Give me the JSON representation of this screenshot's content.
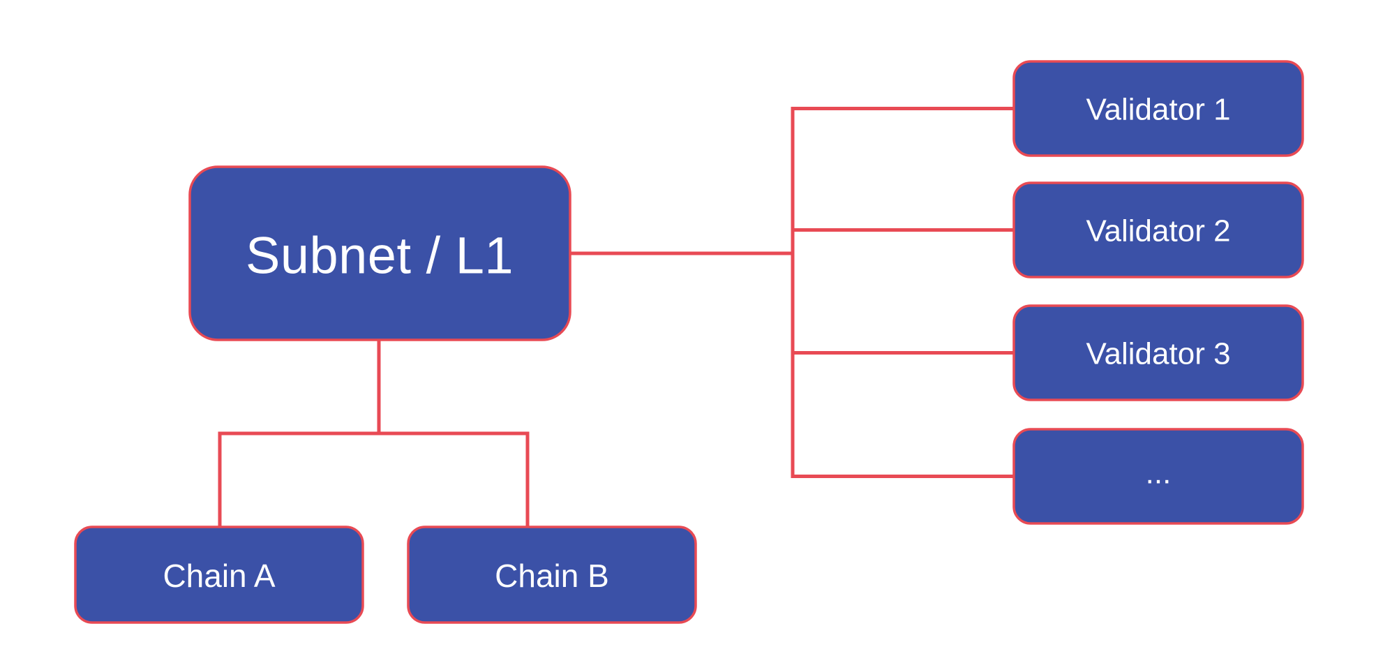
{
  "diagram": {
    "type": "flowchart",
    "colors": {
      "background": "#ffffff",
      "node_fill": "#3b51a7",
      "node_border": "#e84a54",
      "edge": "#e84a54",
      "label": "#ffffff"
    },
    "nodes": {
      "subnet": {
        "label": "Subnet / L1"
      },
      "chains": [
        {
          "label": "Chain A"
        },
        {
          "label": "Chain B"
        }
      ],
      "validators": [
        {
          "label": "Validator 1"
        },
        {
          "label": "Validator 2"
        },
        {
          "label": "Validator 3"
        },
        {
          "label": "..."
        }
      ]
    },
    "edges": [
      {
        "from": "subnet-l1",
        "to": "validator-1"
      },
      {
        "from": "subnet-l1",
        "to": "validator-2"
      },
      {
        "from": "subnet-l1",
        "to": "validator-3"
      },
      {
        "from": "subnet-l1",
        "to": "validator-more"
      },
      {
        "from": "subnet-l1",
        "to": "chain-a"
      },
      {
        "from": "subnet-l1",
        "to": "chain-b"
      }
    ]
  }
}
